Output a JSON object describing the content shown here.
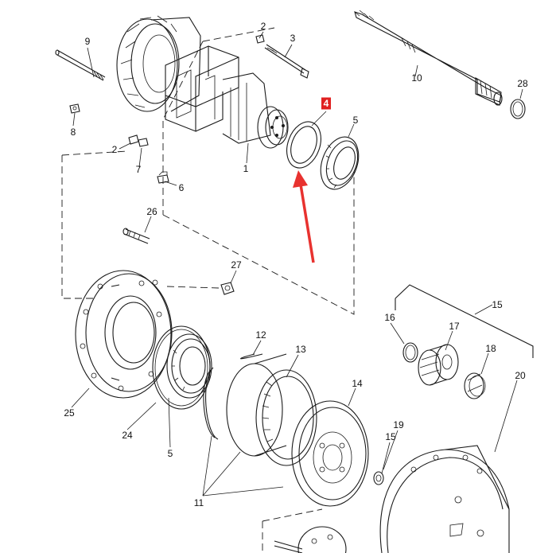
{
  "callouts": [
    {
      "key": "c9",
      "text": "9"
    },
    {
      "key": "c2a",
      "text": "2"
    },
    {
      "key": "c3",
      "text": "3"
    },
    {
      "key": "c8",
      "text": "8"
    },
    {
      "key": "c2b",
      "text": "2"
    },
    {
      "key": "c7",
      "text": "7"
    },
    {
      "key": "c6",
      "text": "6"
    },
    {
      "key": "c1",
      "text": "1"
    },
    {
      "key": "c4",
      "text": "4",
      "highlighted": true
    },
    {
      "key": "c5a",
      "text": "5"
    },
    {
      "key": "c10",
      "text": "10"
    },
    {
      "key": "c28",
      "text": "28"
    },
    {
      "key": "c26",
      "text": "26"
    },
    {
      "key": "c27",
      "text": "27"
    },
    {
      "key": "c15a",
      "text": "15"
    },
    {
      "key": "c16",
      "text": "16"
    },
    {
      "key": "c17",
      "text": "17"
    },
    {
      "key": "c18",
      "text": "18"
    },
    {
      "key": "c20",
      "text": "20"
    },
    {
      "key": "c12",
      "text": "12"
    },
    {
      "key": "c13",
      "text": "13"
    },
    {
      "key": "c14",
      "text": "14"
    },
    {
      "key": "c19",
      "text": "19"
    },
    {
      "key": "c15b",
      "text": "15"
    },
    {
      "key": "c25",
      "text": "25"
    },
    {
      "key": "c24",
      "text": "24"
    },
    {
      "key": "c5b",
      "text": "5"
    },
    {
      "key": "c11",
      "text": "11"
    }
  ],
  "colors": {
    "highlight": "#e02020",
    "arrow": "#e8322f",
    "line": "#1a1a1a",
    "background": "#ffffff"
  }
}
